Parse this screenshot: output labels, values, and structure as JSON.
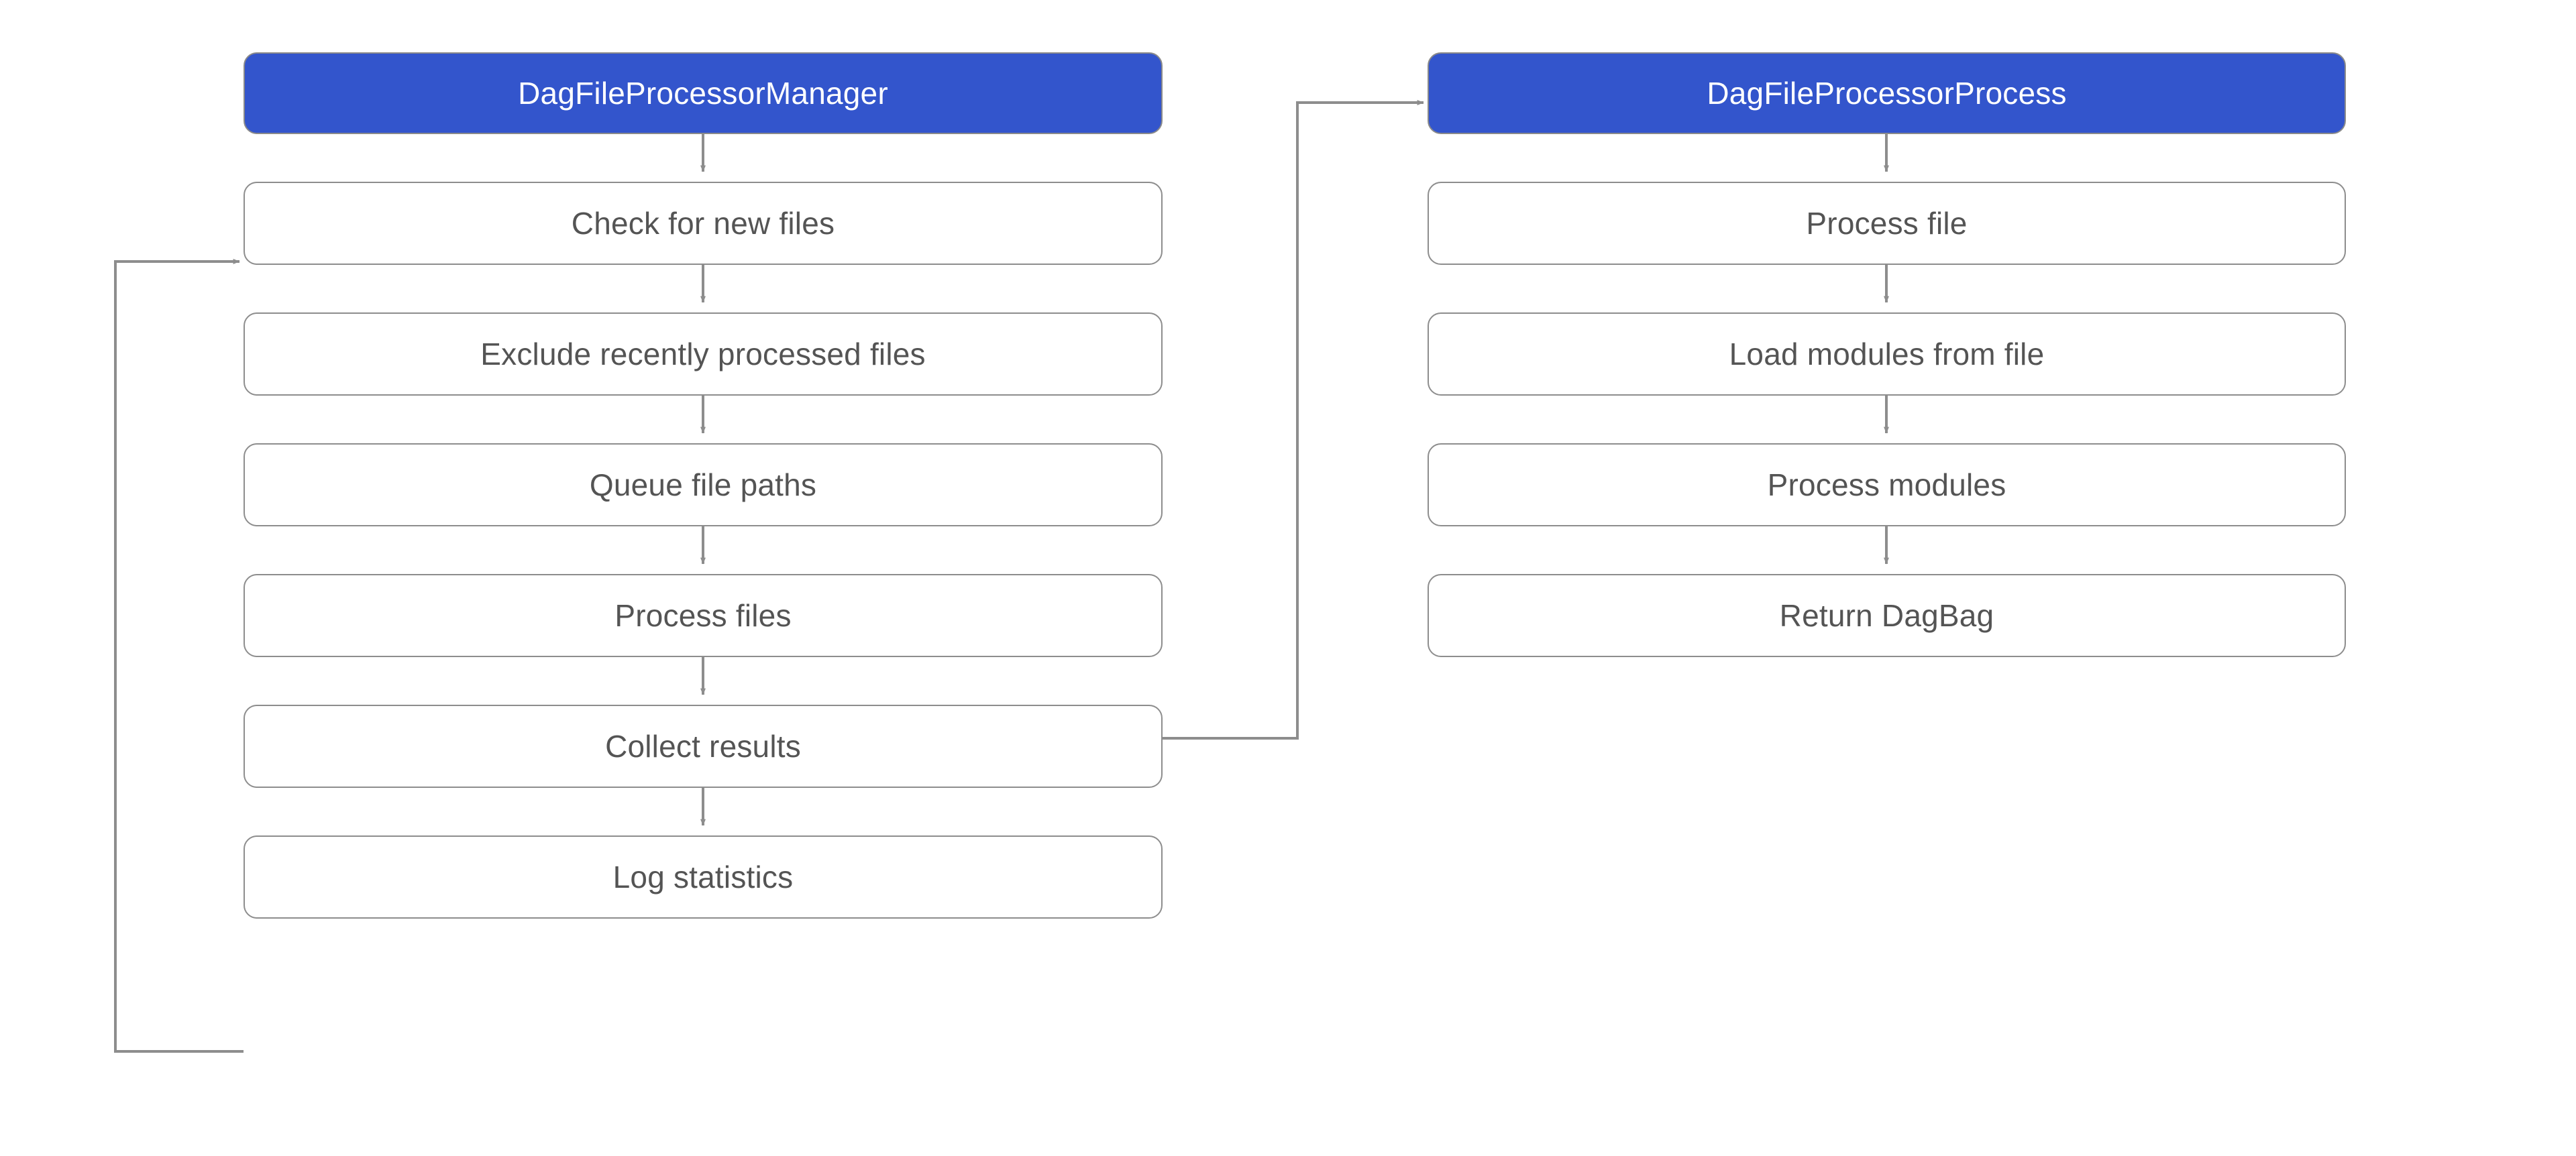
{
  "diagram": {
    "type": "flowchart",
    "title": "",
    "background_color": "#ffffff",
    "header_fill_color": "#3355cc",
    "header_text_color": "#ffffff",
    "node_fill_color": "#ffffff",
    "node_border_color": "#8d8d8d",
    "node_text_color": "#545454",
    "edge_color": "#888888",
    "columns": [
      {
        "id": "manager",
        "header": "DagFileProcessorManager",
        "steps": [
          "Check for new files",
          "Exclude recently processed files",
          "Queue file paths",
          "Process files",
          "Collect results",
          "Log statistics"
        ]
      },
      {
        "id": "process",
        "header": "DagFileProcessorProcess",
        "steps": [
          "Process file",
          "Load modules from file",
          "Process modules",
          "Return DagBag"
        ]
      }
    ],
    "edges": [
      {
        "from": "DagFileProcessorManager",
        "to": "Check for new files",
        "kind": "vertical"
      },
      {
        "from": "Check for new files",
        "to": "Exclude recently processed files",
        "kind": "vertical"
      },
      {
        "from": "Exclude recently processed files",
        "to": "Queue file paths",
        "kind": "vertical"
      },
      {
        "from": "Queue file paths",
        "to": "Process files",
        "kind": "vertical"
      },
      {
        "from": "Process files",
        "to": "Collect results",
        "kind": "vertical"
      },
      {
        "from": "Collect results",
        "to": "Log statistics",
        "kind": "vertical"
      },
      {
        "from": "Log statistics",
        "to": "Check for new files",
        "kind": "loop-back-left"
      },
      {
        "from": "Process files",
        "to": "DagFileProcessorProcess",
        "kind": "cross-column-right"
      },
      {
        "from": "DagFileProcessorProcess",
        "to": "Process file",
        "kind": "vertical"
      },
      {
        "from": "Process file",
        "to": "Load modules from file",
        "kind": "vertical"
      },
      {
        "from": "Load modules from file",
        "to": "Process modules",
        "kind": "vertical"
      },
      {
        "from": "Process modules",
        "to": "Return DagBag",
        "kind": "vertical"
      }
    ]
  }
}
